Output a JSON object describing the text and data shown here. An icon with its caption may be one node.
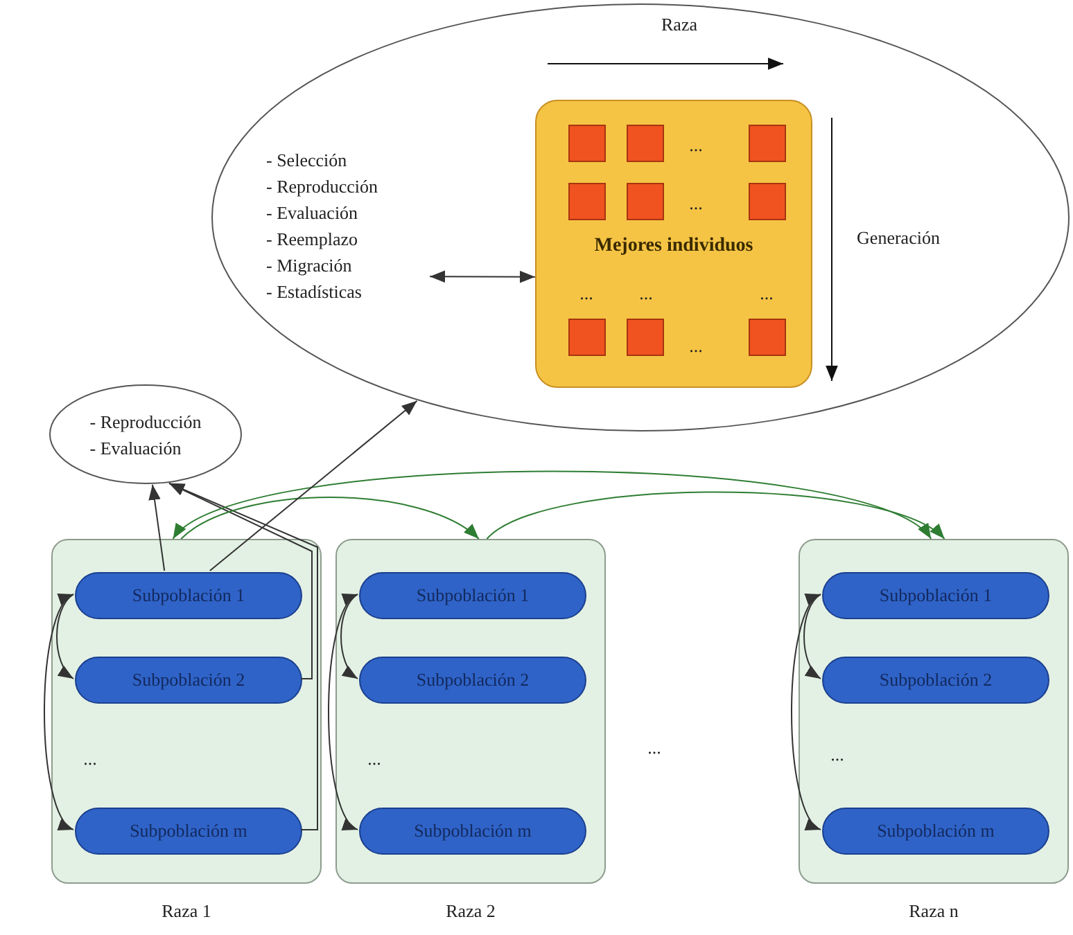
{
  "diagram": {
    "nodes": [
      {
        "text": [],
        "shape": "ellipse"
      },
      {
        "text": [
          "- Selección - Reproducción - Evaluación - Reemplazo - Migración - Estadísticas"
        ],
        "in": 0
      },
      {
        "text": [
          "Mejores individuos"
        ],
        "in": 0
      },
      {
        "text": [
          "- Reproducción - Evaluación"
        ]
      },
      {
        "text": [
          "Raza 1"
        ]
      },
      {
        "text": [
          "Subpoblación 1"
        ],
        "in": 4
      },
      {
        "text": [
          "Subpoblación 2"
        ],
        "in": 4
      },
      {
        "text": [
          "Subpoblación m"
        ],
        "in": 4
      },
      {
        "text": [
          "Raza 2"
        ]
      },
      {
        "text": [
          "Subpoblación 1"
        ],
        "in": 8
      },
      {
        "text": [
          "Subpoblación 2"
        ],
        "in": 8
      },
      {
        "text": [
          "Subpoblación m"
        ],
        "in": 8
      },
      {
        "text": [
          "Raza n"
        ]
      },
      {
        "text": [
          "Subpoblación 1"
        ],
        "in": 12
      },
      {
        "text": [
          "Subpoblación 2"
        ],
        "in": 12
      },
      {
        "text": [
          "Subpoblación m"
        ],
        "in": 12
      }
    ],
    "edges": [
      {
        "from": 1,
        "to": 2,
        "arrow": "both"
      },
      {
        "from": 5,
        "to": 6,
        "arrow": "to"
      },
      {
        "from": 5,
        "to": 7,
        "arrow": "both"
      },
      {
        "from": 9,
        "to": 10,
        "arrow": "to"
      },
      {
        "from": 9,
        "to": 11,
        "arrow": "both"
      },
      {
        "from": 13,
        "to": 14,
        "arrow": "to"
      },
      {
        "from": 13,
        "to": 15,
        "arrow": "both"
      },
      {
        "from": 5,
        "to": 3,
        "arrow": "to"
      },
      {
        "from": 6,
        "to": 3,
        "arrow": "to"
      },
      {
        "from": 7,
        "to": 3,
        "arrow": "to"
      },
      {
        "from": 4,
        "to": 8,
        "arrow": "to",
        "color": "#2e7d32"
      },
      {
        "from": 8,
        "to": 12,
        "arrow": "to",
        "color": "#2e7d32"
      },
      {
        "from": 4,
        "to": 12,
        "arrow": "both",
        "color": "#2e7d32"
      },
      {
        "from": 5,
        "to": 0,
        "arrow": "to"
      }
    ],
    "labels": [
      "Raza",
      "...",
      "...",
      "Generación",
      "...",
      "...",
      "...",
      "...",
      "...",
      "...",
      "...",
      "..."
    ]
  }
}
